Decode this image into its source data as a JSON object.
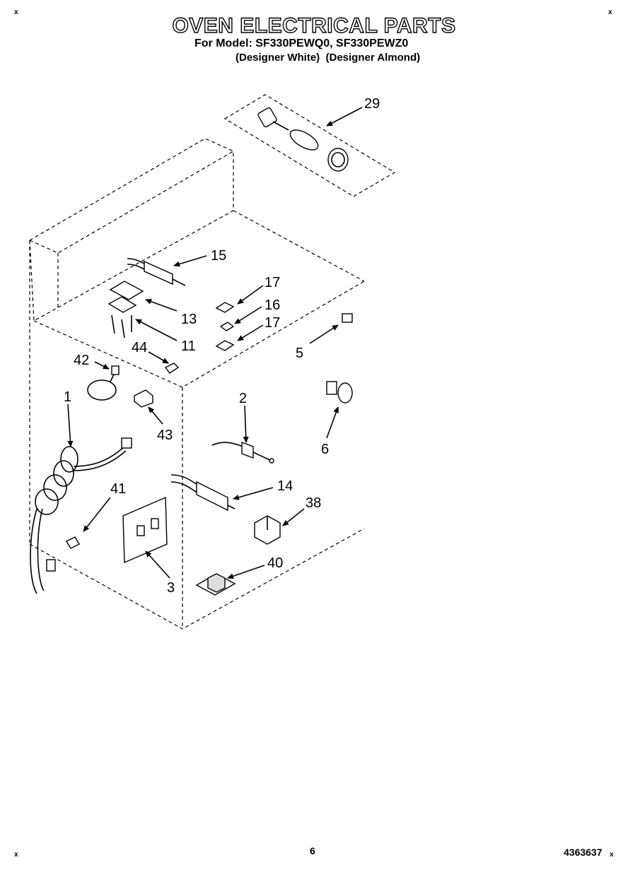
{
  "header": {
    "title": "OVEN ELECTRICAL PARTS",
    "model_line": "For Model: SF330PEWQ0, SF330PEWZ0",
    "variants_line": "(Designer White)  (Designer Almond)"
  },
  "footer": {
    "page_number": "6",
    "doc_id": "4363637"
  },
  "corner_marks": [
    "x",
    "x",
    "x",
    "x"
  ],
  "callouts": [
    {
      "id": "29",
      "text": "29"
    },
    {
      "id": "15",
      "text": "15"
    },
    {
      "id": "17a",
      "text": "17"
    },
    {
      "id": "16",
      "text": "16"
    },
    {
      "id": "17b",
      "text": "17"
    },
    {
      "id": "13",
      "text": "13"
    },
    {
      "id": "11",
      "text": "11"
    },
    {
      "id": "5",
      "text": "5"
    },
    {
      "id": "44",
      "text": "44"
    },
    {
      "id": "42",
      "text": "42"
    },
    {
      "id": "1",
      "text": "1"
    },
    {
      "id": "2",
      "text": "2"
    },
    {
      "id": "43",
      "text": "43"
    },
    {
      "id": "6",
      "text": "6"
    },
    {
      "id": "14",
      "text": "14"
    },
    {
      "id": "41",
      "text": "41"
    },
    {
      "id": "38",
      "text": "38"
    },
    {
      "id": "40",
      "text": "40"
    },
    {
      "id": "3",
      "text": "3"
    }
  ]
}
